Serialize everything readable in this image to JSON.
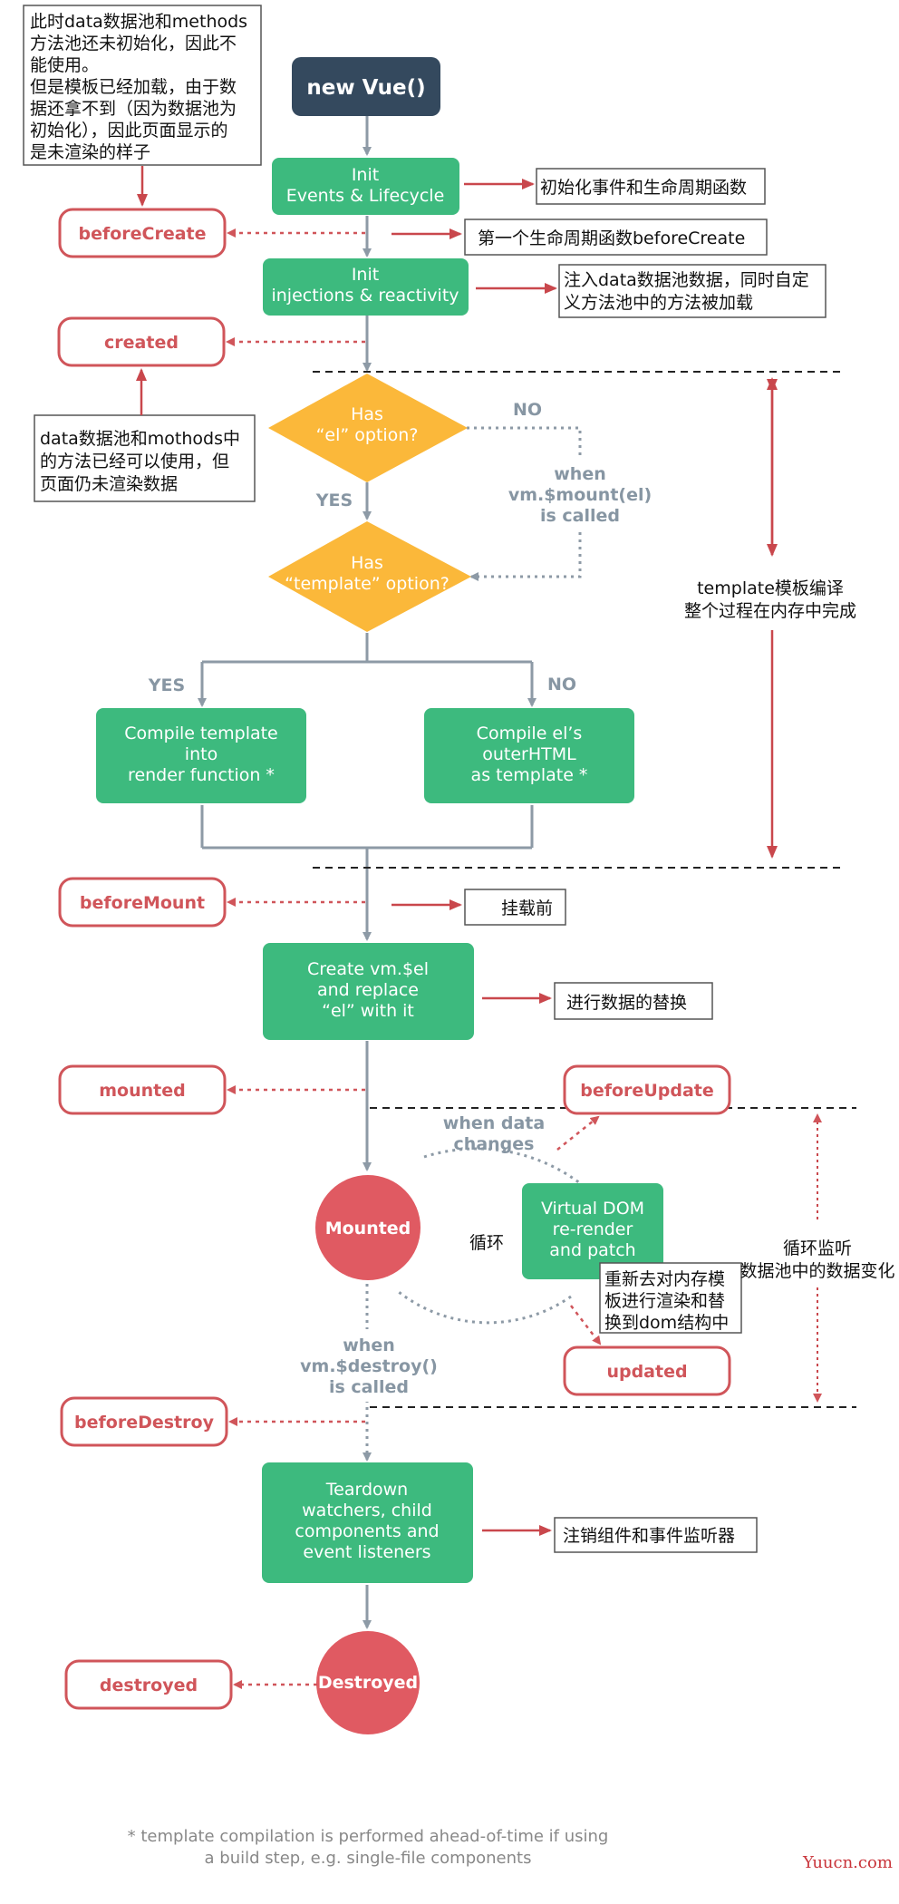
{
  "colors": {
    "green": "#3dba7e",
    "yellow": "#fbb83a",
    "red": "#e05a62",
    "hook_border": "#d0555a",
    "start": "#34495e",
    "connector": "#8d9aa6",
    "arrow_red": "#c9474c"
  },
  "start_node": "new Vue()",
  "steps": {
    "init_events": [
      "Init",
      "Events & Lifecycle"
    ],
    "init_injections": [
      "Init",
      "injections & reactivity"
    ],
    "has_el": [
      "Has",
      "“el” option?"
    ],
    "has_template": [
      "Has",
      "“template” option?"
    ],
    "compile_template": [
      "Compile template",
      "into",
      "render function *"
    ],
    "compile_el": [
      "Compile el’s",
      "outerHTML",
      "as template *"
    ],
    "create_vm": [
      "Create vm.$el",
      "and replace",
      "“el” with it"
    ],
    "mounted_state": "Mounted",
    "virtual_dom": [
      "Virtual DOM",
      "re-render",
      "and patch"
    ],
    "teardown": [
      "Teardown",
      "watchers, child",
      "components and",
      "event listeners"
    ],
    "destroyed_state": "Destroyed"
  },
  "hooks": {
    "before_create": "beforeCreate",
    "created": "created",
    "before_mount": "beforeMount",
    "mounted": "mounted",
    "before_update": "beforeUpdate",
    "updated": "updated",
    "before_destroy": "beforeDestroy",
    "destroyed": "destroyed"
  },
  "labels": {
    "no_1": "NO",
    "yes_1": "YES",
    "yes_2": "YES",
    "no_2": "NO",
    "when_mount": [
      "when",
      "vm.$mount(el)",
      "is called"
    ],
    "when_data": [
      "when data",
      "changes"
    ],
    "loop": "循环",
    "when_destroy": [
      "when",
      "vm.$destroy()",
      "is called"
    ]
  },
  "notes": {
    "top_left": [
      "此时data数据池和methods",
      "方法池还未初始化，因此不",
      "能使用。",
      "但是模板已经加载，由于数",
      "据还拿不到（因为数据池为",
      "初始化），因此页面显示的",
      "是未渲染的样子"
    ],
    "init_events": "初始化事件和生命周期函数",
    "first_hook": "第一个生命周期函数beforeCreate",
    "injections": [
      "注入data数据池数据，同时自定",
      "义方法池中的方法被加载"
    ],
    "created": [
      "data数据池和mothods中",
      "的方法已经可以使用，但",
      "页面仍未渲染数据"
    ],
    "template_compile": [
      "template模板编译",
      "整个过程在内存中完成"
    ],
    "before_mount": "挂载前",
    "replace": "进行数据的替换",
    "rerender": [
      "重新去对内存模",
      "板进行渲染和替",
      "换到dom结构中"
    ],
    "loop_watch": [
      "循环监听",
      "数据池中的数据变化"
    ],
    "teardown": "注销组件和事件监听器"
  },
  "footnote": [
    "* template compilation is performed ahead-of-time if using",
    "a build step, e.g. single-file components"
  ],
  "watermark": "Yuucn.com"
}
